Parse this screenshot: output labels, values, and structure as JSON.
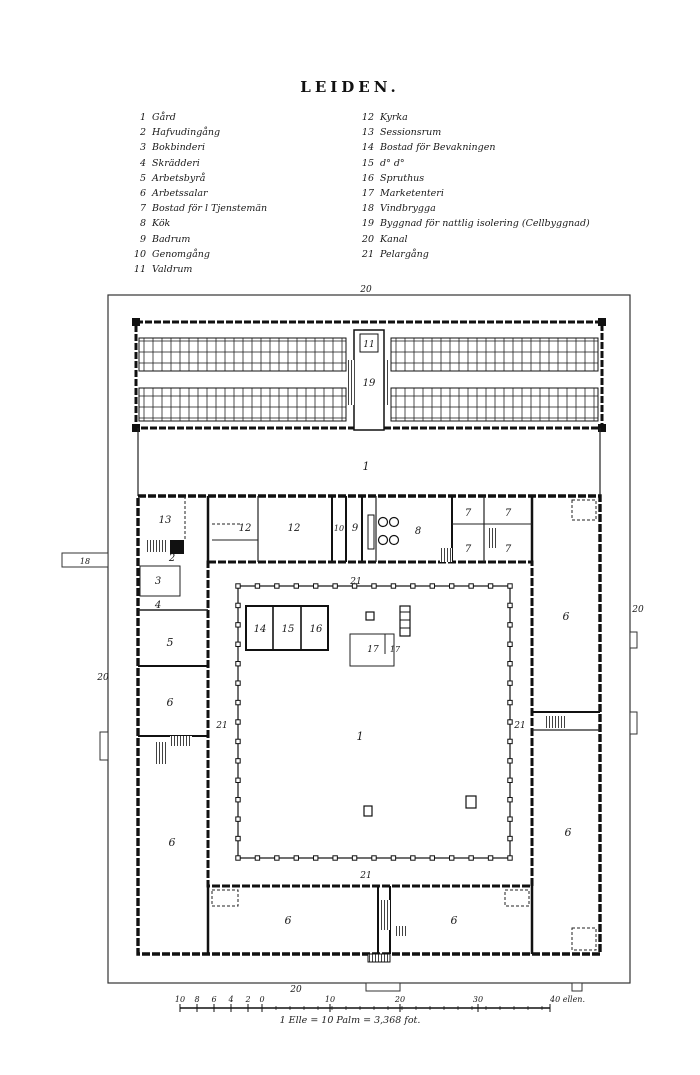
{
  "title": "LEIDEN.",
  "legend_left": [
    {
      "num": "1",
      "text": "Gård"
    },
    {
      "num": "2",
      "text": "Hafvudingång"
    },
    {
      "num": "3",
      "text": "Bokbinderi"
    },
    {
      "num": "4",
      "text": "Skrädderi"
    },
    {
      "num": "5",
      "text": "Arbetsbyrå"
    },
    {
      "num": "6",
      "text": "Arbetssalar"
    },
    {
      "num": "7",
      "text": "Bostad för l Tjenstemän"
    },
    {
      "num": "8",
      "text": "Kök"
    },
    {
      "num": "9",
      "text": "Badrum"
    },
    {
      "num": "10",
      "text": "Genomgång"
    },
    {
      "num": "11",
      "text": "Valdrum"
    }
  ],
  "legend_right": [
    {
      "num": "12",
      "text": "Kyrka"
    },
    {
      "num": "13",
      "text": "Sessionsrum"
    },
    {
      "num": "14",
      "text": "Bostad för Bevakningen"
    },
    {
      "num": "15",
      "text": "d° d°"
    },
    {
      "num": "16",
      "text": "Spruthus"
    },
    {
      "num": "17",
      "text": "Marketenteri"
    },
    {
      "num": "18",
      "text": "Vindbrygga"
    },
    {
      "num": "19",
      "text": "Byggnad för nattlig isolering (Cellbyggnad)"
    },
    {
      "num": "20",
      "text": "Kanal"
    },
    {
      "num": "21",
      "text": "Pelargång"
    }
  ],
  "plan_labels": {
    "canal_top": "20",
    "canal_right": "20",
    "canal_left": "20",
    "canal_bottom": "20",
    "cell_11": "11",
    "cell_19": "19",
    "court_north": "1",
    "room_13": "13",
    "room_12a": "12",
    "room_12b": "12",
    "room_10": "10",
    "room_9": "9",
    "room_8": "8",
    "room_7a": "7",
    "room_7b": "7",
    "room_7c": "7",
    "room_7d": "7",
    "bridge_18": "18",
    "room_2": "2",
    "room_3": "3",
    "room_4": "4",
    "room_5": "5",
    "hall_6_left_upper": "6",
    "hall_6_left_lower": "6",
    "hall_6_right_upper": "6",
    "hall_6_right_lower": "6",
    "hall_6_bottom_left": "6",
    "hall_6_bottom_right": "6",
    "room_14": "14",
    "room_15": "15",
    "room_16": "16",
    "room_17a": "17",
    "room_17b": "17",
    "court_main": "1",
    "colonnade_top": "21",
    "colonnade_left": "21",
    "colonnade_right": "21",
    "colonnade_bottom": "21"
  },
  "scale": {
    "ticks": [
      "10",
      "8",
      "6",
      "4",
      "2",
      "0",
      "10",
      "20",
      "30",
      "40 ellen."
    ],
    "caption": "1 Elle = 10 Palm = 3,368 fot."
  }
}
